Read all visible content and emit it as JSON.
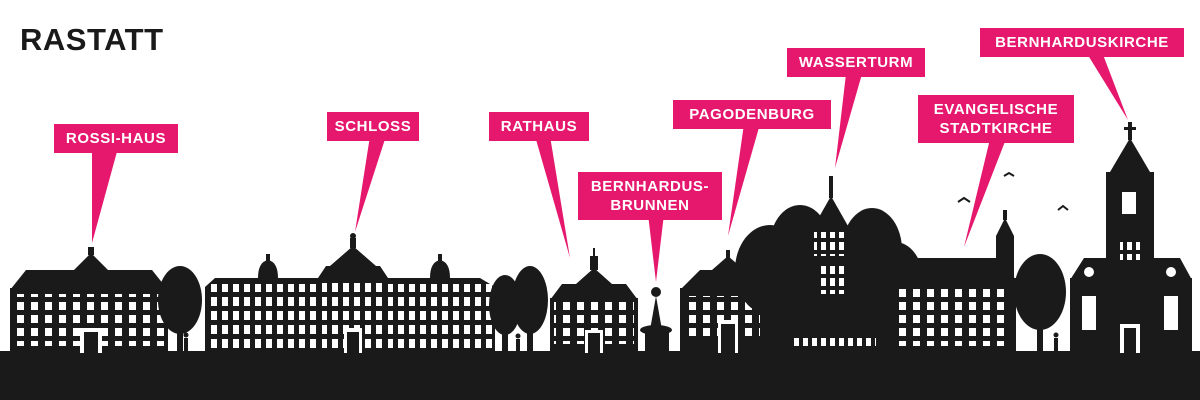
{
  "title": "RASTATT",
  "colors": {
    "accent": "#e5186e",
    "silhouette": "#1a1a1a",
    "window": "#ffffff",
    "background": "#ffffff"
  },
  "labels": [
    {
      "id": "rossi-haus",
      "lines": [
        "ROSSI-HAUS"
      ]
    },
    {
      "id": "schloss",
      "lines": [
        "SCHLOSS"
      ]
    },
    {
      "id": "rathaus",
      "lines": [
        "RATHAUS"
      ]
    },
    {
      "id": "bernhardusbrunnen",
      "lines": [
        "BERNHARDUS-",
        "BRUNNEN"
      ]
    },
    {
      "id": "pagodenburg",
      "lines": [
        "PAGODENBURG"
      ]
    },
    {
      "id": "wasserturm",
      "lines": [
        "WASSERTURM"
      ]
    },
    {
      "id": "evangelische-stadtkirche",
      "lines": [
        "EVANGELISCHE",
        "STADTKIRCHE"
      ]
    },
    {
      "id": "bernharduskirche",
      "lines": [
        "BERNHARDUSKIRCHE"
      ]
    }
  ]
}
